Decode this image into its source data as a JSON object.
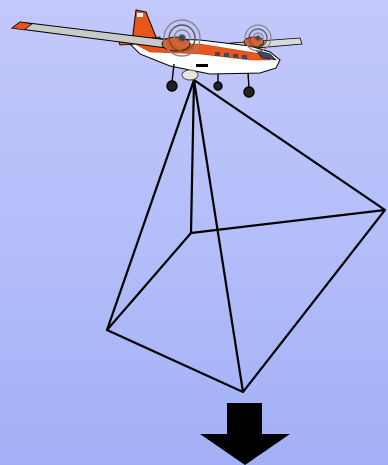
{
  "colors": {
    "background_top": "#c3c8fb",
    "background_bottom": "#a3b0f7",
    "aircraft_body": "#ffffff",
    "aircraft_livery": "#e8561c",
    "aircraft_livery_dark": "#b33a0c",
    "outline": "#000000",
    "arrow": "#000000"
  },
  "icons": {
    "aircraft": "twin-engine-survey-plane",
    "sensor_footprint": "pyramid-wireframe",
    "direction": "down-arrow"
  }
}
